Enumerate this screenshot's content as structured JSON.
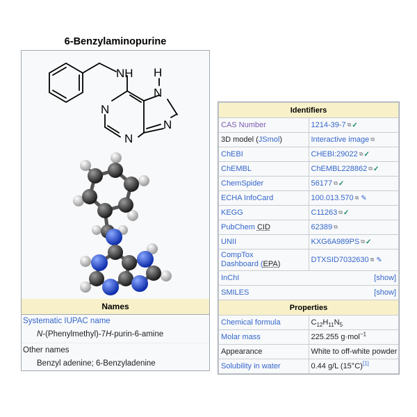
{
  "left_infobox": {
    "title": "6-Benzylaminopurine",
    "structure_labels": {
      "nh": "NH",
      "h": "H",
      "n1": "N",
      "n2": "N",
      "n3": "N",
      "n4": "N"
    },
    "names_header": "Names",
    "systematic_iupac_label": "Systematic IUPAC name",
    "systematic_iupac_value_pre": "N",
    "systematic_iupac_value_mid": "-(Phenylmethyl)-7",
    "systematic_iupac_value_h": "H",
    "systematic_iupac_value_post": "-purin-6-amine",
    "other_names_label": "Other names",
    "other_names_value": "Benzyl adenine; 6-Benzyladenine"
  },
  "identifiers": {
    "header": "Identifiers",
    "rows": [
      {
        "label": "CAS Number",
        "value": "1214-39-7",
        "link_visited": true,
        "ext": true,
        "check": true
      },
      {
        "label_pre": "3D model (",
        "label_link": "JSmol",
        "label_post": ")",
        "value": "Interactive image",
        "ext": true
      },
      {
        "label": "ChEBI",
        "value": "CHEBI:29022",
        "ext": true,
        "check": true
      },
      {
        "label": "ChEMBL",
        "value": "ChEMBL228862",
        "ext": true,
        "check": true
      },
      {
        "label": "ChemSpider",
        "value": "56177",
        "ext": true,
        "check": true
      },
      {
        "label": "ECHA InfoCard",
        "value": "100.013.570",
        "ext": true,
        "pen": true
      },
      {
        "label": "KEGG",
        "value": "C11263",
        "ext": true,
        "check": true
      },
      {
        "label_pre": "PubChem ",
        "label_abbr": "CID",
        "value": "62389",
        "ext": true
      },
      {
        "label": "UNII",
        "value": "KXG6A989PS",
        "ext": true,
        "check": true
      },
      {
        "label_line1": "CompTox",
        "label_line2_pre": "Dashboard (",
        "label_line2_abbr": "EPA",
        "label_line2_post": ")",
        "value": "DTXSID7032630",
        "ext": true,
        "pen": true
      },
      {
        "label": "InChI",
        "show": "[show]"
      },
      {
        "label": "SMILES",
        "show": "[show]"
      }
    ]
  },
  "properties": {
    "header": "Properties",
    "chemical_formula": {
      "label": "Chemical formula",
      "c": "C",
      "c_sub": "12",
      "h": "H",
      "h_sub": "11",
      "n": "N",
      "n_sub": "5"
    },
    "molar_mass": {
      "label": "Molar mass",
      "value": "225.255 g·mol",
      "sup": "−1"
    },
    "appearance": {
      "label": "Appearance",
      "value": "White to off-white powder"
    },
    "solubility": {
      "label": "Solubility in water",
      "value": "0.44 g/L (15°C)",
      "ref": "[1]"
    }
  },
  "icons": {
    "external_link": "external-link-icon",
    "check": "verified-check-icon",
    "pencil": "edit-pencil-icon"
  },
  "colors": {
    "link": "#3366cc",
    "visited": "#795cb2",
    "header_bg": "#f8f0c8",
    "check": "#14866d"
  }
}
